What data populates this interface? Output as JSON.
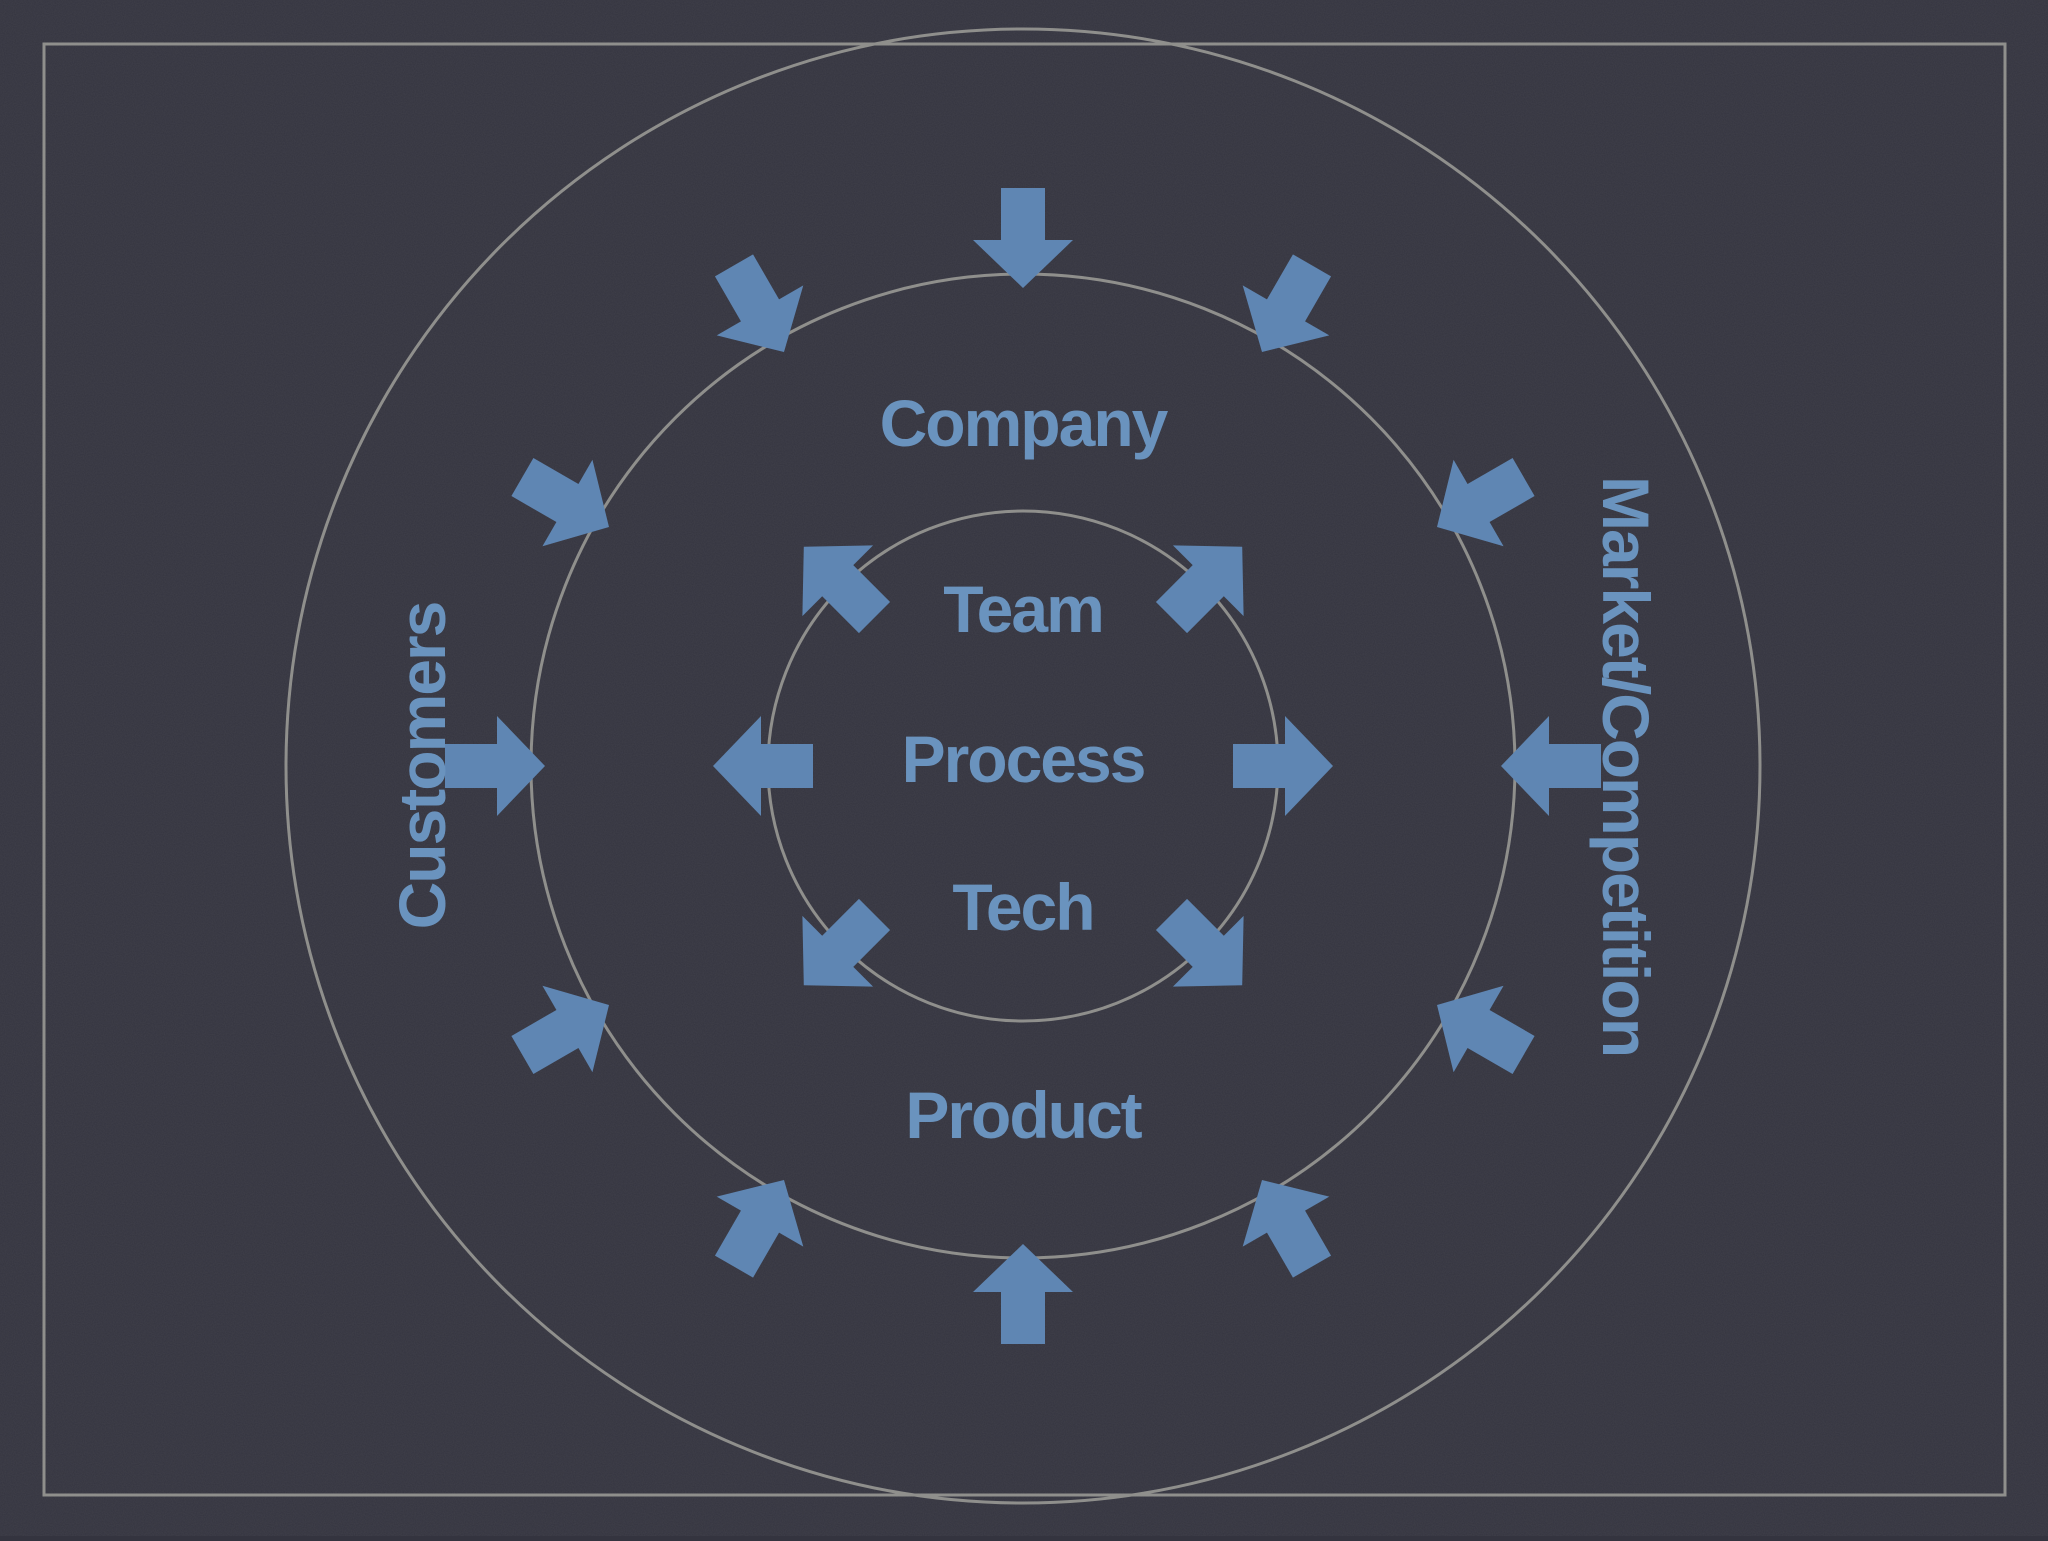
{
  "diagram": {
    "labels": {
      "company": "Company",
      "team": "Team",
      "process": "Process",
      "tech": "Tech",
      "product": "Product",
      "customers": "Customers",
      "market": "Market/Competition"
    },
    "colors": {
      "background": "#34343f",
      "ring": "#8f8f8c",
      "accent": "#5f86b3",
      "text": "#6a93be"
    }
  }
}
